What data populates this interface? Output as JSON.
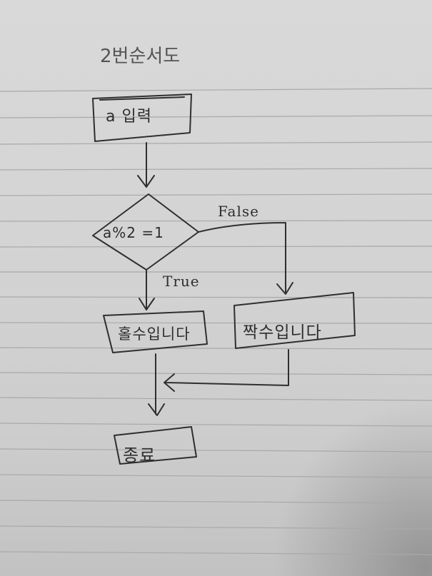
{
  "diagram": {
    "title": "2번순서도",
    "nodes": {
      "input": "a 입력",
      "condition": "a%2 =1",
      "odd_output": "홀수입니다",
      "even_output": "짝수입니다",
      "end": "종료"
    },
    "edges": {
      "false_label": "False",
      "true_label": "True"
    }
  }
}
